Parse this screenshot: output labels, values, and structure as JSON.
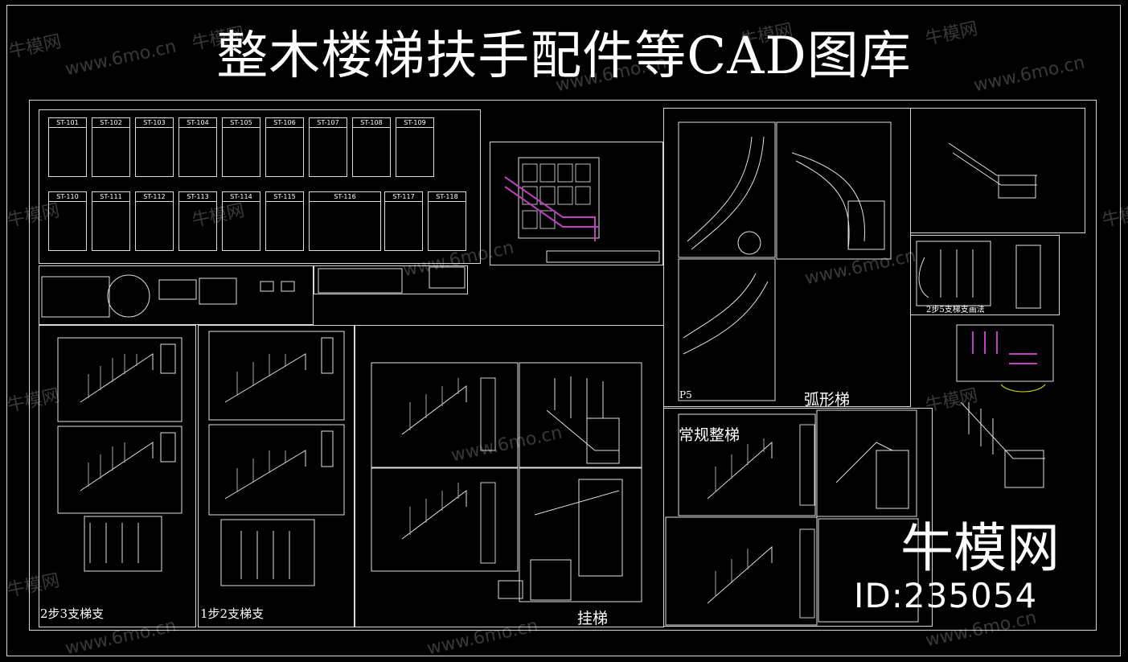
{
  "title": "整木楼梯扶手配件等CAD图库",
  "part_codes_row1": [
    "ST-101",
    "ST-102",
    "ST-103",
    "ST-104",
    "ST-105",
    "ST-106",
    "ST-107",
    "ST-108",
    "ST-109"
  ],
  "part_codes_row2": [
    "ST-110",
    "ST-111",
    "ST-112",
    "ST-113",
    "ST-114",
    "ST-115",
    "ST-116",
    "ST-117",
    "ST-118"
  ],
  "labels": {
    "two_step_three": "2步3支梯支",
    "one_step_two": "1步2支梯支",
    "hanging": "挂梯",
    "curved": "弧形梯",
    "regular": "常规整梯",
    "two_step_five": "2步5支梯支画法",
    "p5": "P5"
  },
  "watermark": {
    "site_cn": "牛模网",
    "site_url": "www.6mo.cn"
  },
  "brand": {
    "name": "牛模网",
    "id_text": "ID:235054"
  },
  "colors": {
    "background": "#000000",
    "line": "#e0e0e0",
    "accent_magenta": "#c040c0",
    "accent_yellow": "#e0e000"
  }
}
